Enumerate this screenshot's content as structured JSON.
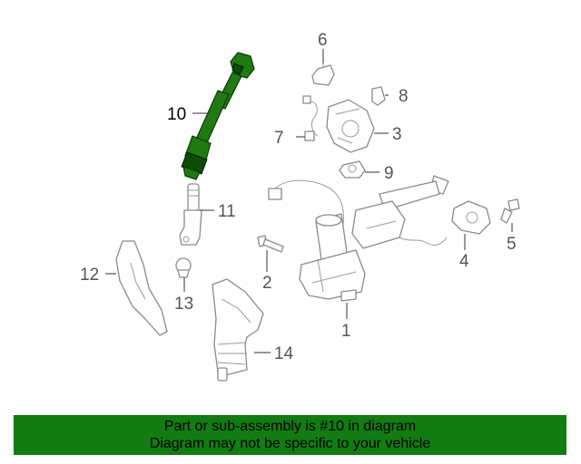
{
  "diagram": {
    "highlighted_part": "10",
    "callouts": {
      "c1": "1",
      "c2": "2",
      "c3": "3",
      "c4": "4",
      "c5": "5",
      "c6": "6",
      "c7": "7",
      "c8": "8",
      "c9": "9",
      "c10": "10",
      "c11": "11",
      "c12": "12",
      "c13": "13",
      "c14": "14"
    },
    "colors": {
      "highlight": "#1f7a12",
      "banner": "#127c12",
      "line_art": "#8a8a8a"
    }
  },
  "banner": {
    "line1": "Part or sub-assembly is #10 in diagram",
    "line2": "Diagram may not be specific to your vehicle"
  }
}
